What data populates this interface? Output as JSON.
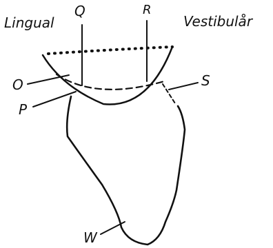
{
  "diagram": {
    "labels": {
      "lingual": "Lingual",
      "vestibular": "Vestibulår",
      "q": "Q",
      "r": "R",
      "o": "O",
      "p": "P",
      "s": "S",
      "w": "W"
    }
  }
}
